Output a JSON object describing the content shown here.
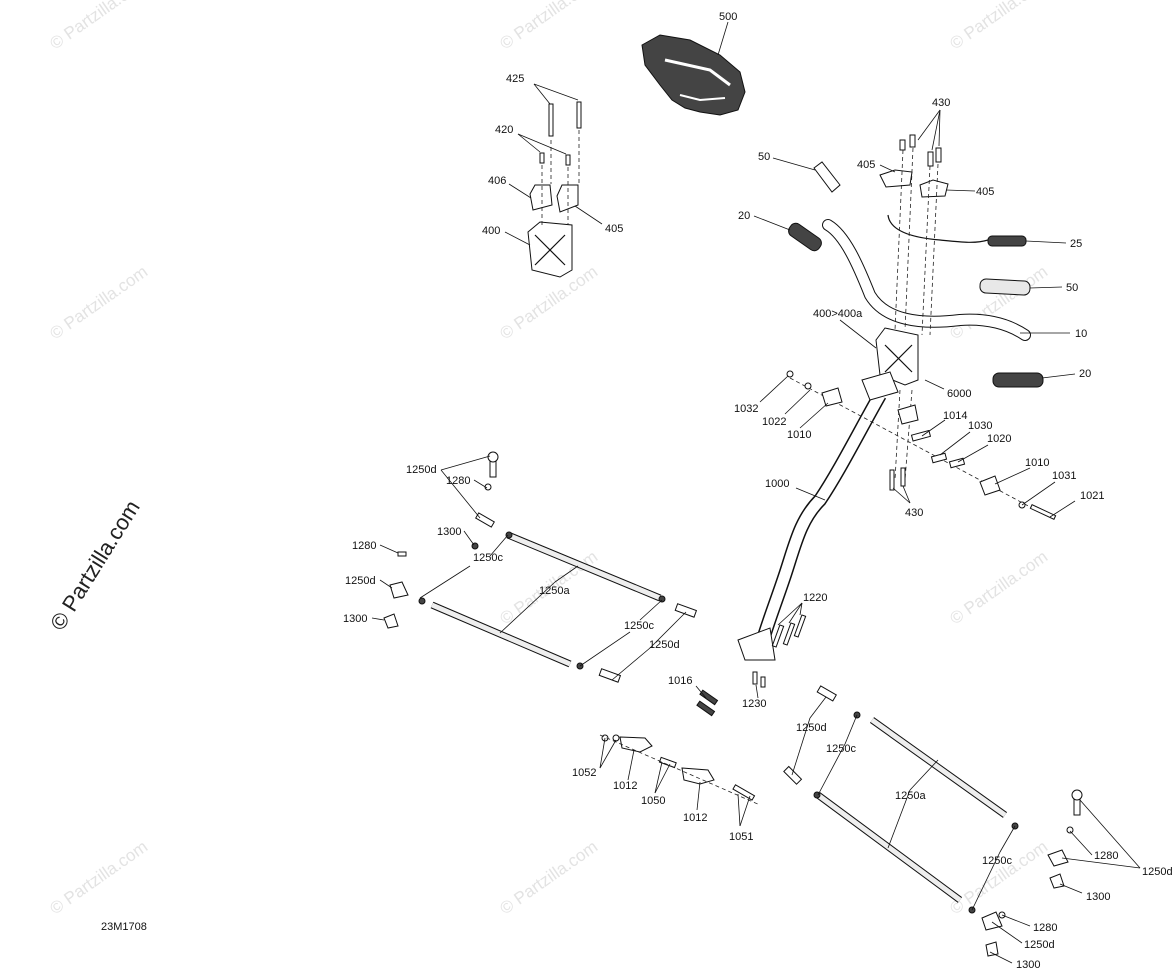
{
  "watermark": {
    "text": "© Partzilla.com",
    "side_text": "© Partzilla.com"
  },
  "diagram_code": "23M1708",
  "callouts": {
    "c500": "500",
    "c425": "425",
    "c420": "420",
    "c406": "406",
    "c405a": "405",
    "c400": "400",
    "c430a": "430",
    "c405b": "405",
    "c405c": "405",
    "c50a": "50",
    "c20a": "20",
    "c25": "25",
    "c50b": "50",
    "c10": "10",
    "c400a": "400>400a",
    "c20b": "20",
    "c6000": "6000",
    "c1032": "1032",
    "c1022": "1022",
    "c1010a": "1010",
    "c1014": "1014",
    "c1030": "1030",
    "c1020": "1020",
    "c1010b": "1010",
    "c1031": "1031",
    "c1021": "1021",
    "c430b": "430",
    "c1000": "1000",
    "c1250d_a": "1250d",
    "c1280_a": "1280",
    "c1300_a": "1300",
    "c1250c_a": "1250c",
    "c1280_b": "1280",
    "c1250d_b": "1250d",
    "c1250a_a": "1250a",
    "c1300_b": "1300",
    "c1250c_b": "1250c",
    "c1250d_c": "1250d",
    "c1220": "1220",
    "c1016": "1016",
    "c1230": "1230",
    "c1250d_d": "1250d",
    "c1250c_c": "1250c",
    "c1052": "1052",
    "c1012a": "1012",
    "c1050": "1050",
    "c1012b": "1012",
    "c1051": "1051",
    "c1250a_b": "1250a",
    "c1280_c": "1280",
    "c1250d_e": "1250d",
    "c1300_c": "1300",
    "c1250c_d": "1250c",
    "c1280_d": "1280",
    "c1250d_f": "1250d",
    "c1300_d": "1300"
  }
}
